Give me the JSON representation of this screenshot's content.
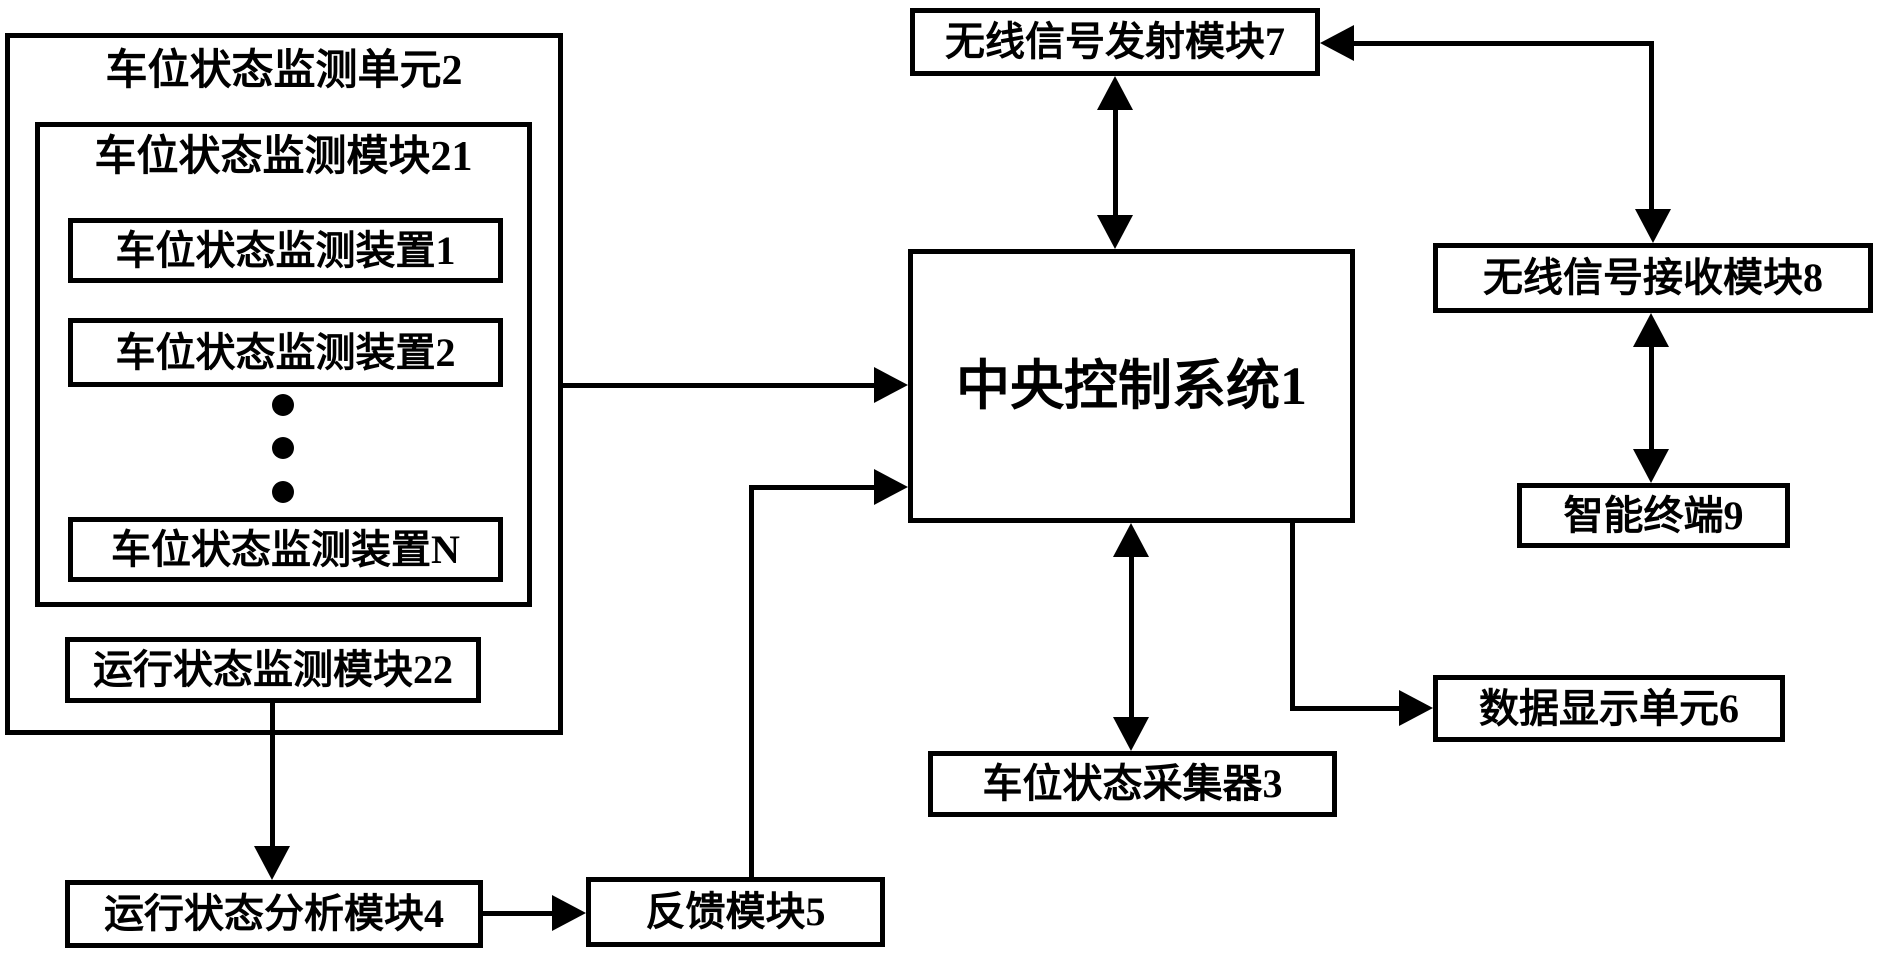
{
  "nodes": {
    "unit2": {
      "label": "车位状态监测单元2"
    },
    "module21": {
      "label": "车位状态监测模块21"
    },
    "device1": {
      "label": "车位状态监测装置1"
    },
    "device2": {
      "label": "车位状态监测装置2"
    },
    "deviceN": {
      "label": "车位状态监测装置N"
    },
    "module22": {
      "label": "运行状态监测模块22"
    },
    "module4": {
      "label": "运行状态分析模块4"
    },
    "module5": {
      "label": "反馈模块5"
    },
    "central1": {
      "label": "中央控制系统1"
    },
    "module7": {
      "label": "无线信号发射模块7"
    },
    "module8": {
      "label": "无线信号接收模块8"
    },
    "terminal9": {
      "label": "智能终端9"
    },
    "collector3": {
      "label": "车位状态采集器3"
    },
    "display6": {
      "label": "数据显示单元6"
    }
  },
  "ellipsis": {
    "dot_count": 3
  },
  "edges": [
    {
      "from": "车位状态监测单元2",
      "to": "中央控制系统1",
      "type": "arrow"
    },
    {
      "from": "反馈模块5",
      "to": "中央控制系统1",
      "type": "elbow-arrow"
    },
    {
      "from": "中央控制系统1",
      "to": "无线信号发射模块7",
      "type": "double-arrow"
    },
    {
      "from": "无线信号接收模块8",
      "to": "无线信号发射模块7",
      "type": "elbow-double-arrow"
    },
    {
      "from": "无线信号接收模块8",
      "to": "智能终端9",
      "type": "double-arrow"
    },
    {
      "from": "中央控制系统1",
      "to": "车位状态采集器3",
      "type": "double-arrow"
    },
    {
      "from": "中央控制系统1",
      "to": "数据显示单元6",
      "type": "elbow-arrow"
    },
    {
      "from": "运行状态监测模块22",
      "to": "运行状态分析模块4",
      "type": "arrow"
    },
    {
      "from": "运行状态分析模块4",
      "to": "反馈模块5",
      "type": "arrow"
    }
  ],
  "colors": {
    "line": "#000000",
    "background": "#ffffff"
  }
}
